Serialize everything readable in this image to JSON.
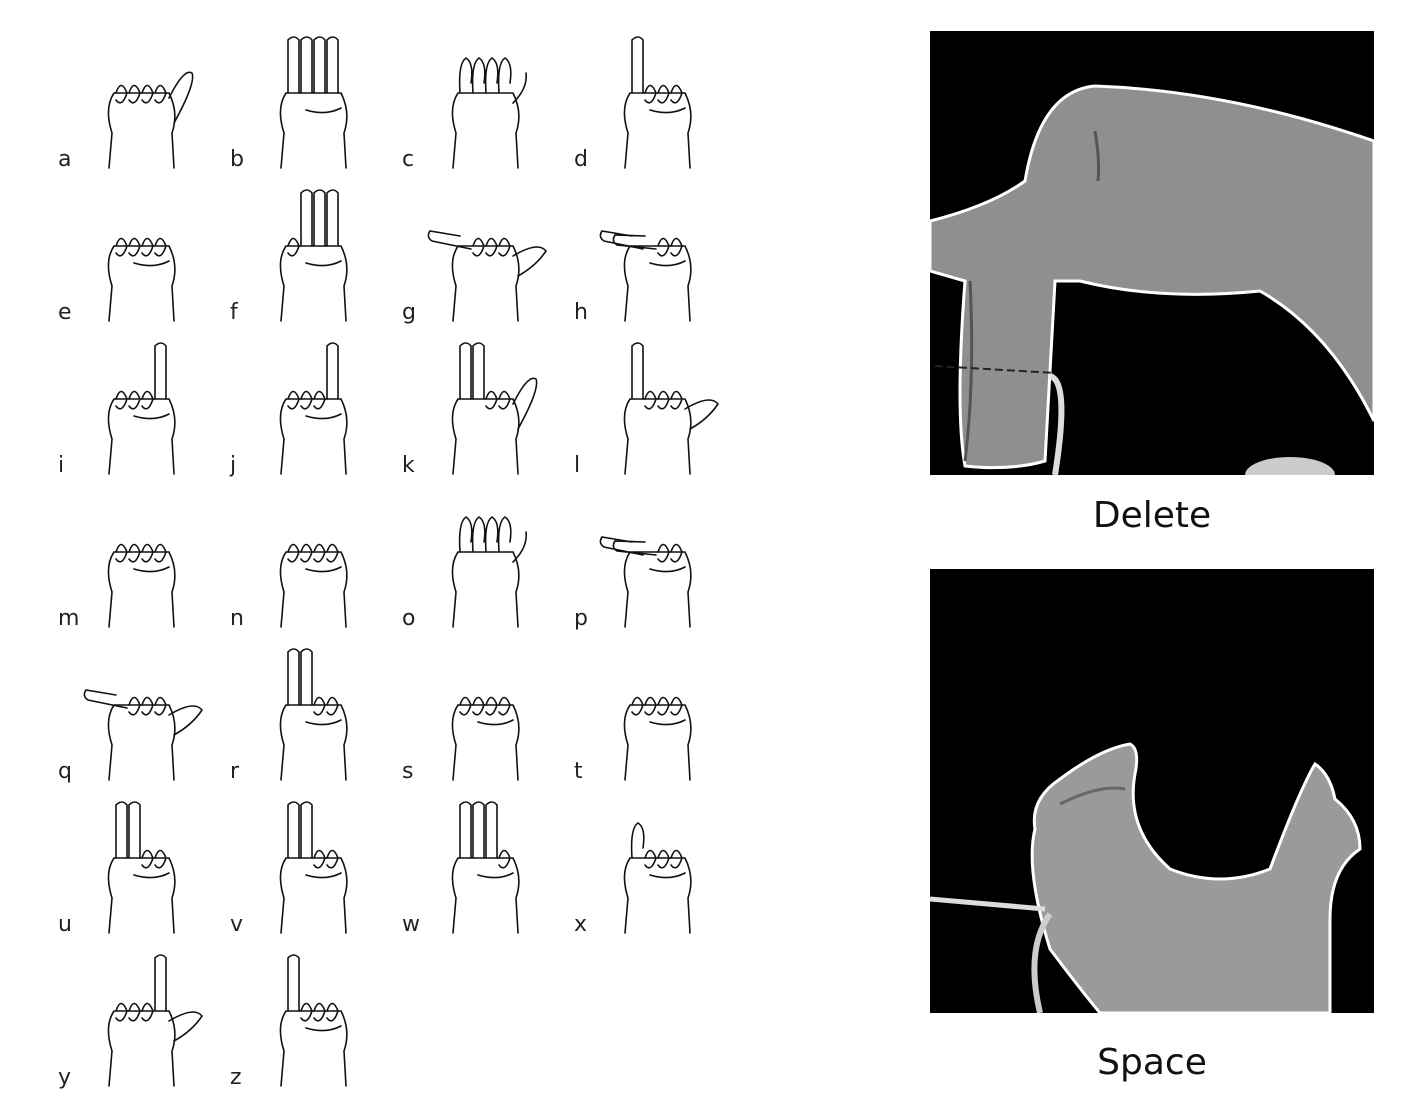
{
  "alphabet": [
    "a",
    "b",
    "c",
    "d",
    "e",
    "f",
    "g",
    "h",
    "i",
    "j",
    "k",
    "l",
    "m",
    "n",
    "o",
    "p",
    "q",
    "r",
    "s",
    "t",
    "u",
    "v",
    "w",
    "x",
    "y",
    "z"
  ],
  "gestures": {
    "delete_label": "Delete",
    "space_label": "Space"
  }
}
